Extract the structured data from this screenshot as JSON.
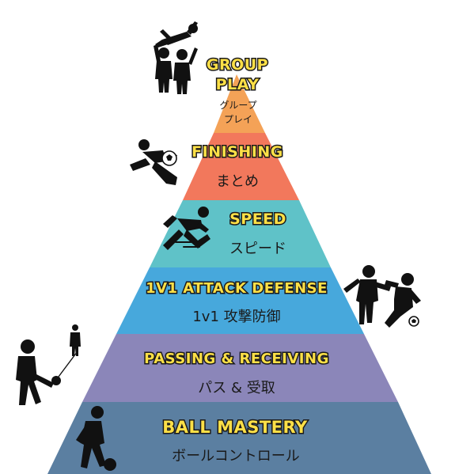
{
  "pyramid": {
    "tiers": [
      {
        "id": "group-play",
        "title_line1": "GROUP",
        "title_line2": "PLAY",
        "subtitle_line1": "グループ",
        "subtitle_line2": "プレイ",
        "color": "#f4a257"
      },
      {
        "id": "finishing",
        "title": "FINISHING",
        "subtitle": "まとめ",
        "color": "#f2785c"
      },
      {
        "id": "speed",
        "title": "SPEED",
        "subtitle": "スピード",
        "color": "#5fc2c8"
      },
      {
        "id": "attack-defense",
        "title": "1V1 ATTACK DEFENSE",
        "subtitle": "1v1 攻撃防御",
        "color": "#47a8dc"
      },
      {
        "id": "passing-receiving",
        "title": "PASSING & RECEIVING",
        "subtitle": "パス & 受取",
        "color": "#8b86b9"
      },
      {
        "id": "ball-mastery",
        "title": "BALL MASTERY",
        "subtitle": "ボールコントロール",
        "color": "#5b7fa1"
      }
    ]
  },
  "icons": {
    "group-play": "celebration-lift-icon",
    "finishing": "shooting-player-icon",
    "speed": "sprinting-player-icon",
    "attack-defense": "two-players-tackle-icon",
    "passing-receiving": "passing-players-icon",
    "ball-mastery": "dribbling-player-icon"
  }
}
